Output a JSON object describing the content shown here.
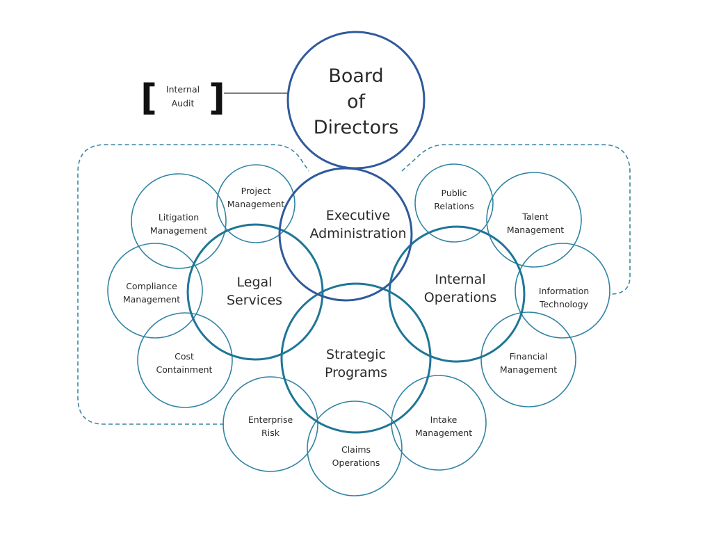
{
  "colors": {
    "board": "#2f5a9c",
    "executive": "#2f5a9c",
    "core": "#1f7696",
    "satellite": "#3184a3",
    "dashed": "#3a86a6",
    "connector": "#333333"
  },
  "internal_audit": {
    "lines": [
      "Internal",
      "Audit"
    ]
  },
  "board": {
    "lines": [
      "Board",
      "of",
      "Directors"
    ]
  },
  "core_units": [
    {
      "id": "executive",
      "lines": [
        "Executive",
        "Administration"
      ]
    },
    {
      "id": "legal",
      "lines": [
        "Legal",
        "Services"
      ]
    },
    {
      "id": "internal",
      "lines": [
        "Internal",
        "Operations"
      ]
    },
    {
      "id": "strategic",
      "lines": [
        "Strategic",
        "Programs"
      ]
    }
  ],
  "satellites": [
    {
      "id": "project",
      "lines": [
        "Project",
        "Management"
      ]
    },
    {
      "id": "litigation",
      "lines": [
        "Litigation",
        "Management"
      ]
    },
    {
      "id": "compliance",
      "lines": [
        "Compliance",
        "Management"
      ]
    },
    {
      "id": "cost",
      "lines": [
        "Cost",
        "Containment"
      ]
    },
    {
      "id": "enterprise",
      "lines": [
        "Enterprise",
        "Risk"
      ]
    },
    {
      "id": "claims",
      "lines": [
        "Claims",
        "Operations"
      ]
    },
    {
      "id": "intake",
      "lines": [
        "Intake",
        "Management"
      ]
    },
    {
      "id": "financial",
      "lines": [
        "Financial",
        "Management"
      ]
    },
    {
      "id": "infotech",
      "lines": [
        "Information",
        "Technology"
      ]
    },
    {
      "id": "talent",
      "lines": [
        "Talent",
        "Management"
      ]
    },
    {
      "id": "public",
      "lines": [
        "Public",
        "Relations"
      ]
    }
  ]
}
